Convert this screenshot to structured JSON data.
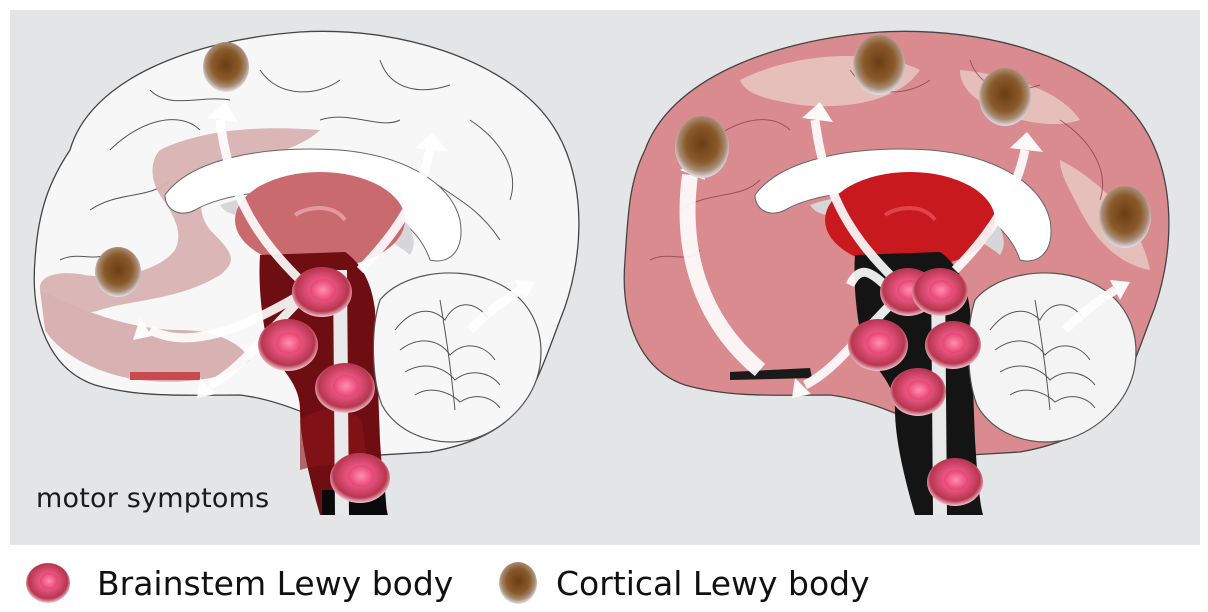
{
  "panel": {
    "left_label": "motor symptoms"
  },
  "legend": {
    "items": [
      {
        "icon": "brainstem-lewy-body-icon",
        "label": "Brainstem Lewy body",
        "color": "#e0507a"
      },
      {
        "icon": "cortical-lewy-body-icon",
        "label": "Cortical Lewy body",
        "color": "#8a5a2a"
      }
    ]
  },
  "colors": {
    "background": "#e4e5e7",
    "brainstem_left": "#6e0e12",
    "brainstem_right": "#141414",
    "thalamus_left": "#c96a6e",
    "thalamus_right": "#c8191e",
    "cortex_right": "#d98b8f",
    "cortex_left_involved": "#d8b2b2"
  }
}
